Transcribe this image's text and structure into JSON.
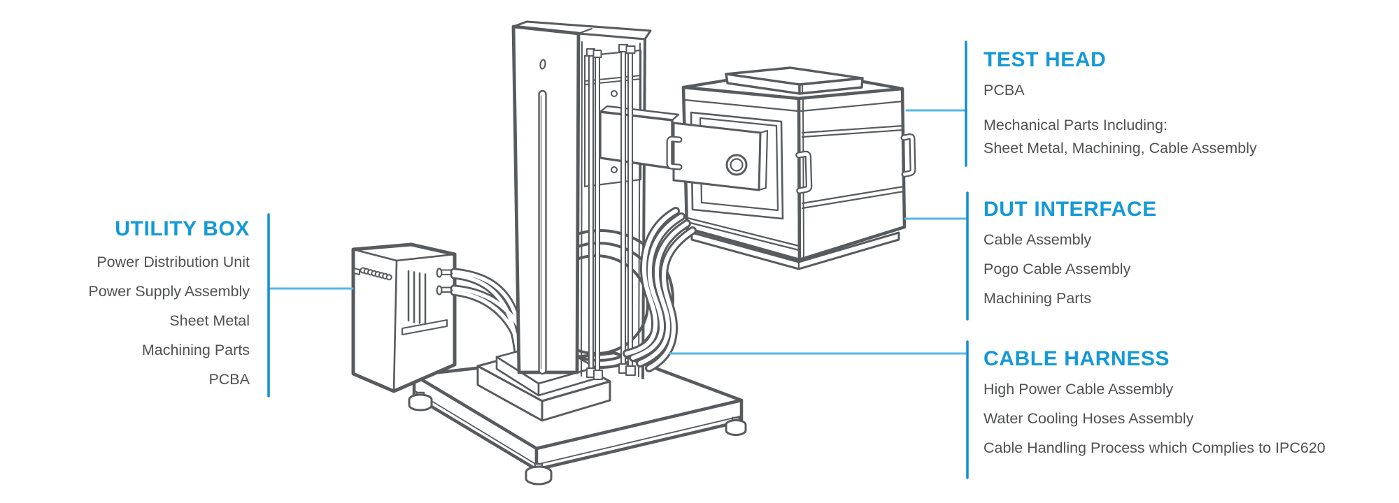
{
  "colors": {
    "heading_blue": "#1499d8",
    "callout_vertical_blue": "#1090d0",
    "callout_horizontal_blue": "#56b7e6",
    "line_art_gray": "#585b5e",
    "body_text_gray": "#4f5153",
    "background": "#ffffff"
  },
  "callouts": {
    "utility_box": {
      "title": "UTILITY BOX",
      "items": [
        "Power Distribution Unit",
        "Power Supply Assembly",
        "Sheet Metal",
        "Machining Parts",
        "PCBA"
      ]
    },
    "test_head": {
      "title": "TEST HEAD",
      "items": [
        "PCBA",
        "Mechanical Parts Including:",
        "Sheet Metal, Machining, Cable Assembly"
      ]
    },
    "dut_interface": {
      "title": "DUT INTERFACE",
      "items": [
        "Cable Assembly",
        "Pogo Cable Assembly",
        "Machining Parts"
      ]
    },
    "cable_harness": {
      "title": "CABLE HARNESS",
      "items": [
        "High Power Cable Assembly",
        "Water Cooling Hoses Assembly",
        "Cable Handling Process which Complies to IPC620"
      ]
    }
  },
  "diagram": {
    "type": "labeled technical line illustration",
    "subject": "semiconductor test system (tester stand with test head, utility box, DUT interface and cable harness)",
    "parts": [
      "utility-box",
      "base-platform",
      "column-stand",
      "manipulator-arm",
      "test-head",
      "dut-interface-plate",
      "cable-harness"
    ]
  }
}
